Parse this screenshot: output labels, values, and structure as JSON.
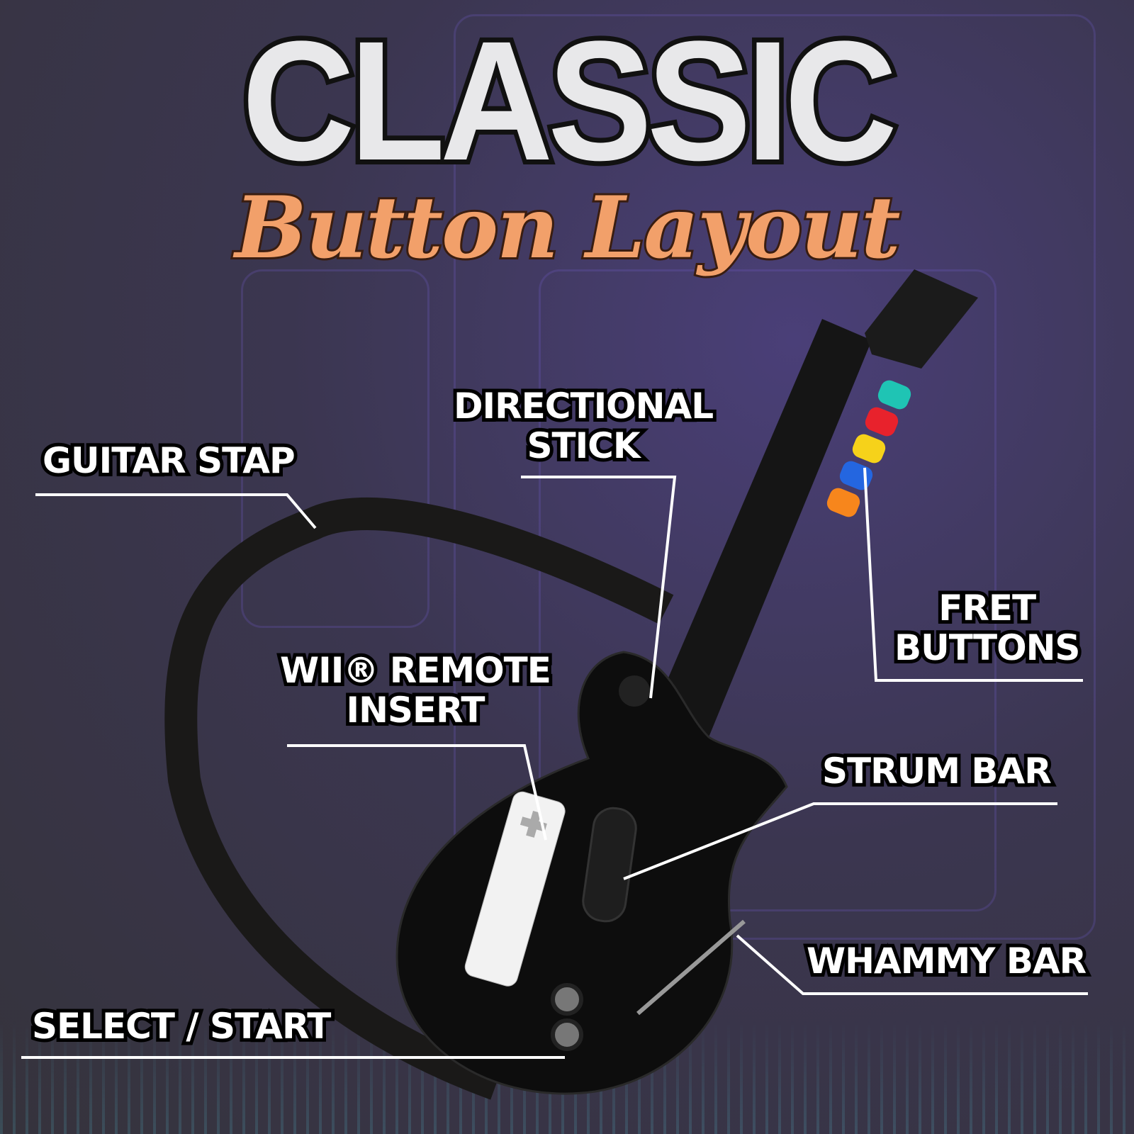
{
  "title": {
    "main": "CLASSIC",
    "sub": "Button Layout"
  },
  "labels": {
    "guitar_strap": "GUITAR STAP",
    "directional_line1": "DIRECTIONAL",
    "directional_line2": "STICK",
    "fret_line1": "FRET",
    "fret_line2": "BUTTONS",
    "wii_line1": "WII® REMOTE",
    "wii_line2": "INSERT",
    "strum_bar": "STRUM BAR",
    "whammy_bar": "WHAMMY BAR",
    "select_start": "SELECT / START"
  },
  "colors": {
    "fret_buttons": [
      "#1fc4b4",
      "#e8222c",
      "#f6d21a",
      "#2466e0",
      "#f7861c"
    ],
    "subtitle": "#f2a06a"
  }
}
